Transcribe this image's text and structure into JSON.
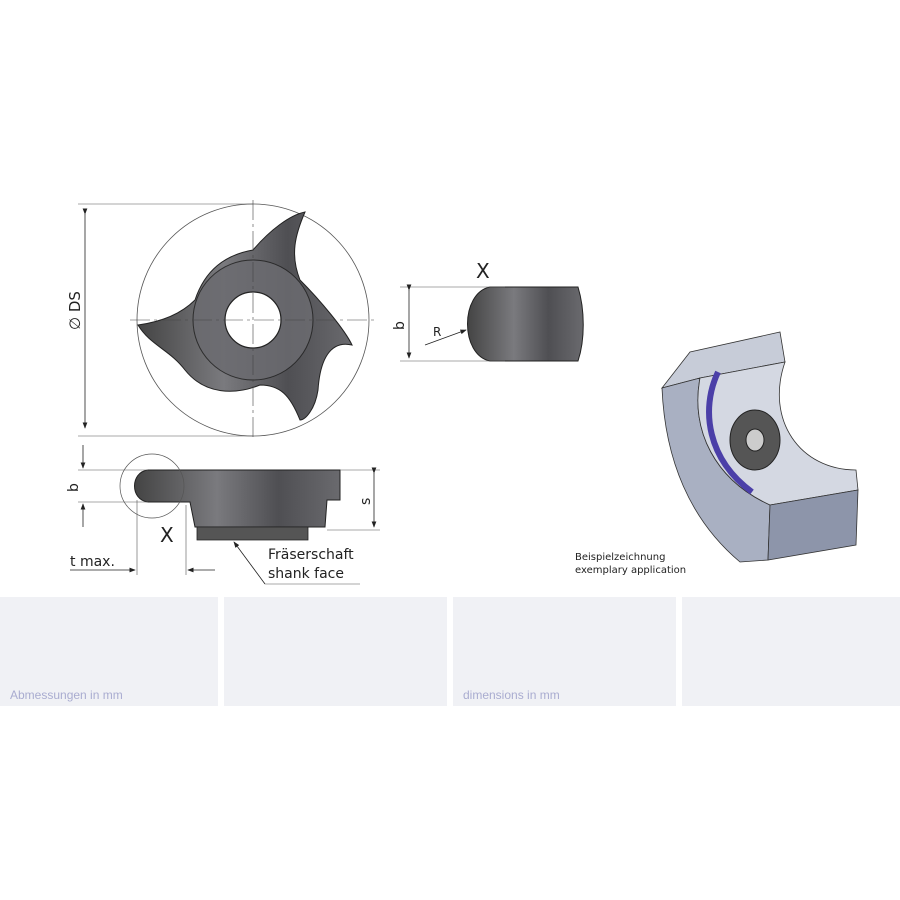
{
  "drawing": {
    "diameter_label": "∅ DS",
    "detail_label": "X",
    "detail_view_label": "X",
    "b_label_top": "b",
    "r_label": "R",
    "b_label_side": "b",
    "s_label": "s",
    "t_max_label": "t max.",
    "shank_face_de": "Fräserschaft",
    "shank_face_en": "shank face",
    "example_de": "Beispielzeichnung",
    "example_en": "exemplary application"
  },
  "panels": [
    {
      "label": "Abmessungen in mm"
    },
    {
      "label": ""
    },
    {
      "label": "dimensions in mm"
    },
    {
      "label": ""
    }
  ],
  "colors": {
    "panel_bg": "#f0f1f5",
    "panel_text": "#a9acd0",
    "insert": "#5a5a5e",
    "ring": "#4b3fa8"
  }
}
